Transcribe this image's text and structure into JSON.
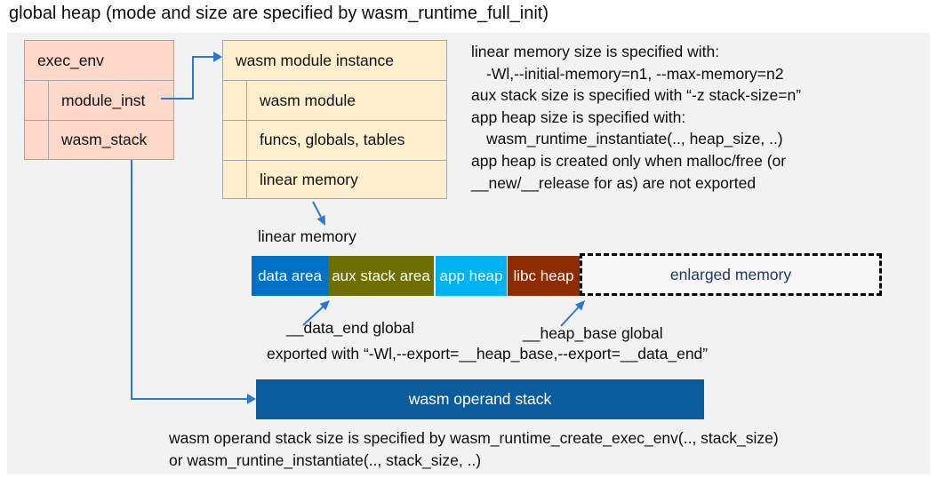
{
  "title": "global heap (mode and size are specified by wasm_runtime_full_init)",
  "exec_env": {
    "header": "exec_env",
    "rows": [
      "module_inst",
      "wasm_stack"
    ]
  },
  "module_instance": {
    "header": "wasm module instance",
    "rows": [
      "wasm module",
      "funcs, globals, tables",
      "linear memory"
    ]
  },
  "notes_right": [
    "linear memory size is specified with:",
    "-Wl,--initial-memory=n1, --max-memory=n2",
    "aux stack size is specified with “-z stack-size=n”",
    "app heap size is specified with:",
    "wasm_runtime_instantiate(.., heap_size, ..)",
    "app heap is created only when malloc/free (or",
    "__new/__release for as) are not exported"
  ],
  "linear_memory": {
    "label": "linear memory",
    "segments": [
      {
        "label": "data area",
        "color": "#0071c5"
      },
      {
        "label": "aux stack area",
        "color": "#6d7000"
      },
      {
        "label": "app heap",
        "color": "#00b2f0"
      },
      {
        "label": "libc heap",
        "color": "#8e2c00"
      }
    ],
    "enlarged_label": "enlarged memory"
  },
  "annotations": {
    "data_end": "__data_end global",
    "heap_base": "__heap_base global",
    "exported": "exported with “-Wl,--export=__heap_base,--export=__data_end”"
  },
  "operand_stack": {
    "label": "wasm operand stack",
    "notes": [
      "wasm operand stack size is specified by wasm_runtime_create_exec_env(.., stack_size)",
      "or wasm_runtine_instantiate(.., stack_size, ..)"
    ]
  },
  "colors": {
    "panel_bg": "#f2f2f2",
    "struct_box_pink": "#fbd8c7",
    "struct_box_yellow": "#fdefcd",
    "box_border": "#a6a6a6",
    "data_area": "#0071c5",
    "aux_stack_area": "#6d7000",
    "app_heap": "#00b2f0",
    "libc_heap": "#8e2c00",
    "operand_stack_bar": "#0a5c9d",
    "enlarged_text": "#1f3864",
    "arrow": "#2e77d0"
  }
}
